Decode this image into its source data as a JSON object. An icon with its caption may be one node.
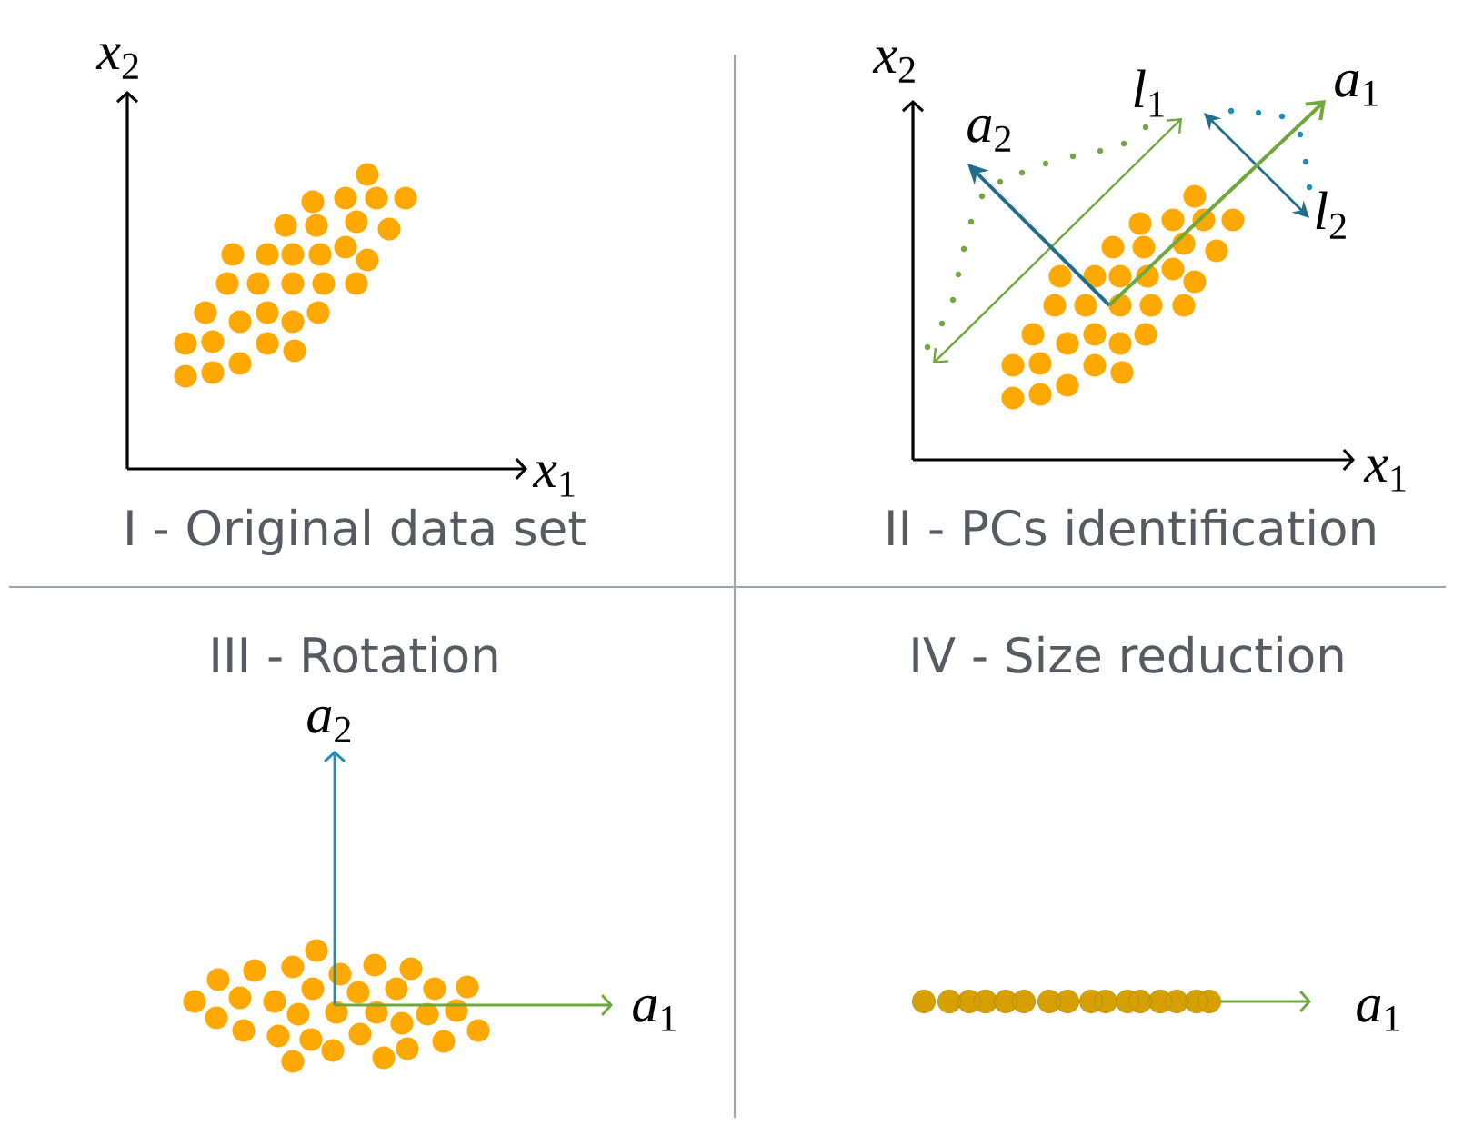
{
  "diagram": {
    "labels": [
      "*x*$_{2}$",
      "*x*$_{1}$",
      "I - Original data set",
      "*x*$_{2}$",
      "*l*$_{1}$",
      "*a*$_{1}$",
      "*a*$_{2}$",
      "*l*$_{2}$",
      "*x*$_{1}$",
      "II - PCs identification",
      "III - Rotation",
      "*a*$_{2}$",
      "*a*$_{1}$",
      "IV - Size reduction",
      "*a*$_{1}$"
    ]
  }
}
